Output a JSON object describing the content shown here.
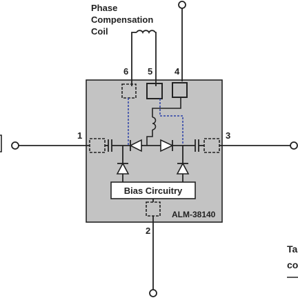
{
  "coil_label": {
    "line1": "Phase",
    "line2": "Compensation",
    "line3": "Coil"
  },
  "pins": {
    "p1": "1",
    "p2": "2",
    "p3": "3",
    "p4": "4",
    "p5": "5",
    "p6": "6"
  },
  "bias_label": "Bias Circuitry",
  "part_number": "ALM-38140",
  "edge_text": {
    "line1": "Ta",
    "line2": "co"
  },
  "colors": {
    "package": "#c3c3c3",
    "wire": "#222222",
    "internal": "#2b3fa8"
  }
}
